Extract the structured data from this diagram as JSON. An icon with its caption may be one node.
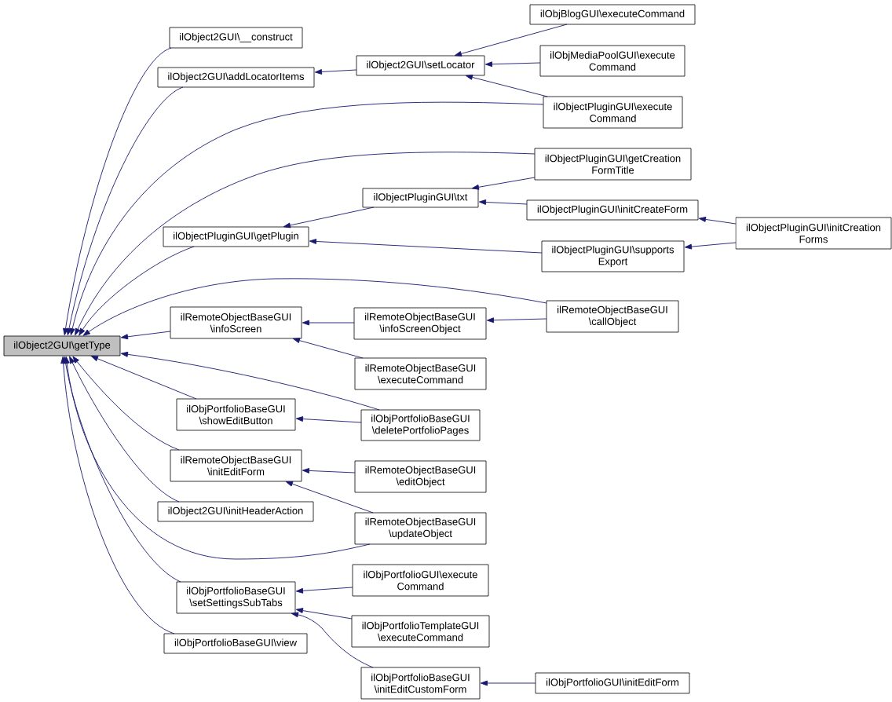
{
  "diagram": {
    "nodes": [
      {
        "text": [
          "ilObject2GUI\\getType"
        ]
      },
      {
        "text": [
          "ilObject2GUI\\__construct"
        ]
      },
      {
        "text": [
          "ilObject2GUI\\addLocatorItems"
        ]
      },
      {
        "text": [
          "ilObjectPluginGUI\\getPlugin"
        ]
      },
      {
        "text": [
          "ilRemoteObjectBaseGUI \\infoScreen"
        ]
      },
      {
        "text": [
          "ilObjPortfolioBaseGUI \\showEditButton"
        ]
      },
      {
        "text": [
          "ilRemoteObjectBaseGUI \\initEditForm"
        ]
      },
      {
        "text": [
          "ilObject2GUI\\initHeaderAction"
        ]
      },
      {
        "text": [
          "ilObjPortfolioBaseGUI \\setSettingsSubTabs"
        ]
      },
      {
        "text": [
          "ilObjPortfolioBaseGUI\\view"
        ]
      },
      {
        "text": [
          "ilObject2GUI\\setLocator"
        ]
      },
      {
        "text": [
          "ilObjectPluginGUI\\txt"
        ]
      },
      {
        "text": [
          "ilRemoteObjectBaseGUI \\infoScreenObject"
        ]
      },
      {
        "text": [
          "ilRemoteObjectBaseGUI \\executeCommand"
        ]
      },
      {
        "text": [
          "ilObjPortfolioBaseGUI \\deletePortfolioPages"
        ]
      },
      {
        "text": [
          "ilRemoteObjectBaseGUI \\editObject"
        ]
      },
      {
        "text": [
          "ilRemoteObjectBaseGUI \\updateObject"
        ]
      },
      {
        "text": [
          "ilObjPortfolioGUI\\execute Command"
        ]
      },
      {
        "text": [
          "ilObjPortfolioTemplateGUI \\executeCommand"
        ]
      },
      {
        "text": [
          "ilObjPortfolioBaseGUI \\initEditCustomForm"
        ]
      },
      {
        "text": [
          "ilObjBlogGUI\\executeCommand"
        ]
      },
      {
        "text": [
          "ilObjMediaPoolGUI\\execute Command"
        ]
      },
      {
        "text": [
          "ilObjectPluginGUI\\execute Command"
        ]
      },
      {
        "text": [
          "ilObjectPluginGUI\\getCreation FormTitle"
        ]
      },
      {
        "text": [
          "ilObjectPluginGUI\\initCreateForm"
        ]
      },
      {
        "text": [
          "ilObjectPluginGUI\\supports Export"
        ]
      },
      {
        "text": [
          "ilRemoteObjectBaseGUI \\callObject"
        ]
      },
      {
        "text": [
          "ilObjPortfolioGUI\\initEditForm"
        ]
      },
      {
        "text": [
          "ilObjectPluginGUI\\initCreation Forms"
        ]
      }
    ],
    "edges": [
      {
        "from": 1,
        "to": 0,
        "arrow": "to"
      },
      {
        "from": 2,
        "to": 0,
        "arrow": "to"
      },
      {
        "from": 22,
        "to": 0,
        "arrow": "to"
      },
      {
        "from": 23,
        "to": 0,
        "arrow": "to"
      },
      {
        "from": 3,
        "to": 0,
        "arrow": "to"
      },
      {
        "from": 26,
        "to": 0,
        "arrow": "to"
      },
      {
        "from": 4,
        "to": 0,
        "arrow": "to"
      },
      {
        "from": 14,
        "to": 0,
        "arrow": "to"
      },
      {
        "from": 5,
        "to": 0,
        "arrow": "to"
      },
      {
        "from": 6,
        "to": 0,
        "arrow": "to"
      },
      {
        "from": 7,
        "to": 0,
        "arrow": "to"
      },
      {
        "from": 16,
        "to": 0,
        "arrow": "to"
      },
      {
        "from": 8,
        "to": 0,
        "arrow": "to"
      },
      {
        "from": 9,
        "to": 0,
        "arrow": "to"
      },
      {
        "from": 10,
        "to": 2,
        "arrow": "to"
      },
      {
        "from": 11,
        "to": 3,
        "arrow": "to"
      },
      {
        "from": 25,
        "to": 3,
        "arrow": "to"
      },
      {
        "from": 12,
        "to": 4,
        "arrow": "to"
      },
      {
        "from": 13,
        "to": 4,
        "arrow": "to"
      },
      {
        "from": 14,
        "to": 5,
        "arrow": "to"
      },
      {
        "from": 15,
        "to": 6,
        "arrow": "to"
      },
      {
        "from": 16,
        "to": 6,
        "arrow": "to"
      },
      {
        "from": 17,
        "to": 8,
        "arrow": "to"
      },
      {
        "from": 18,
        "to": 8,
        "arrow": "to"
      },
      {
        "from": 19,
        "to": 8,
        "arrow": "to"
      },
      {
        "from": 20,
        "to": 10,
        "arrow": "to"
      },
      {
        "from": 21,
        "to": 10,
        "arrow": "to"
      },
      {
        "from": 22,
        "to": 10,
        "arrow": "to"
      },
      {
        "from": 23,
        "to": 11,
        "arrow": "to"
      },
      {
        "from": 24,
        "to": 11,
        "arrow": "to"
      },
      {
        "from": 26,
        "to": 12,
        "arrow": "to"
      },
      {
        "from": 27,
        "to": 19,
        "arrow": "to"
      },
      {
        "from": 28,
        "to": 24,
        "arrow": "to"
      },
      {
        "from": 28,
        "to": 25,
        "arrow": "to"
      }
    ]
  }
}
